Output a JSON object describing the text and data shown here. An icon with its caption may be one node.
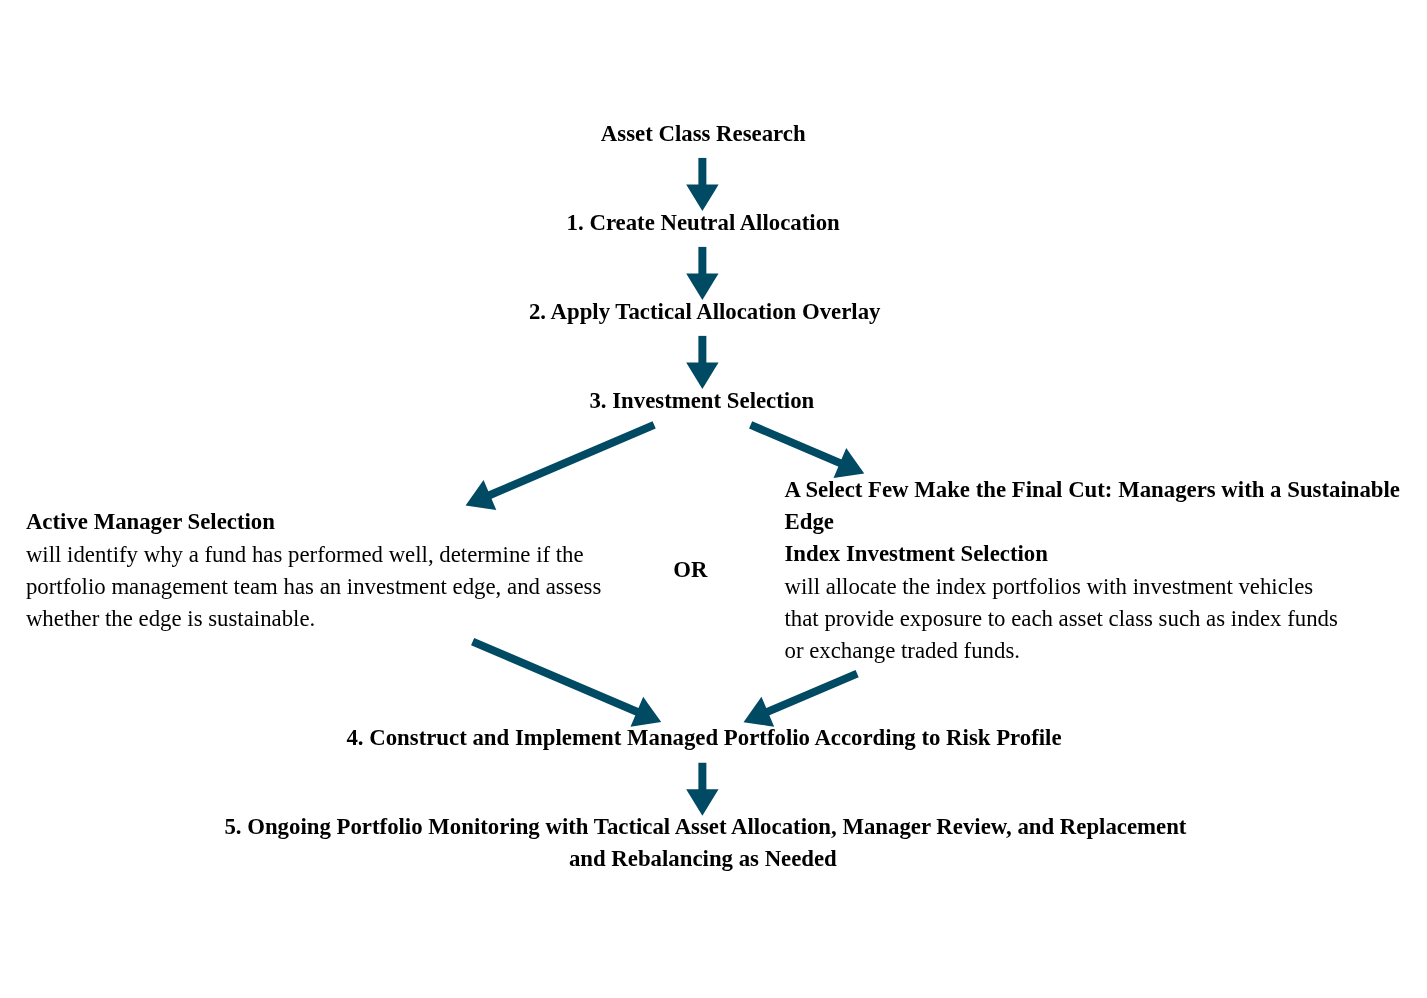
{
  "diagram": {
    "nodes": [
      {
        "text": [
          "Asset Class Research"
        ]
      },
      {
        "text": [
          "1. Create Neutral Allocation"
        ]
      },
      {
        "text": [
          "2. Apply Tactical Allocation Overlay"
        ]
      },
      {
        "text": [
          "3. Investment Selection"
        ]
      },
      {
        "text": [
          "Active Manager Selection",
          "will identify why a fund has performed well, determine if the portfolio management team has an investment edge, and assess whether the edge is sustainable."
        ]
      },
      {
        "text": [
          "A Select Few Make the Final Cut: Managers with a Sustainable Edge",
          "Index Investment Selection",
          "will allocate the index portfolios with investment vehicles that provide exposure to each asset class such as index funds or exchange traded funds."
        ]
      },
      {
        "text": [
          "4. Construct and Implement Managed Portfolio According to Risk Profile"
        ]
      },
      {
        "text": [
          "5. Ongoing Portfolio Monitoring with Tactical Asset Allocation, Manager Review, and Replacement and Rebalancing as Needed"
        ]
      }
    ],
    "edges": [
      {
        "from": 0,
        "to": 1,
        "arrow": "to"
      },
      {
        "from": 1,
        "to": 2,
        "arrow": "to"
      },
      {
        "from": 2,
        "to": 3,
        "arrow": "to"
      },
      {
        "from": 3,
        "to": 4,
        "arrow": "to"
      },
      {
        "from": 3,
        "to": 5,
        "arrow": "to"
      },
      {
        "from": 4,
        "to": 6,
        "arrow": "to"
      },
      {
        "from": 5,
        "to": 6,
        "arrow": "to"
      },
      {
        "from": 6,
        "to": 7,
        "arrow": "to"
      }
    ],
    "labels": [
      "OR"
    ]
  }
}
